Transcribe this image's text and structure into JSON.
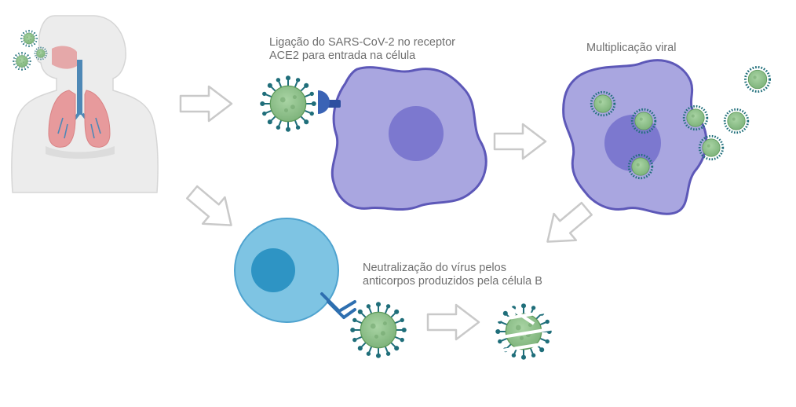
{
  "labels": {
    "binding_line1": "Ligação do SARS-CoV-2 no receptor",
    "binding_line2": "ACE2 para entrada na célula",
    "multiplication": "Multiplicação viral",
    "neutralization_line1": "Neutralização do vírus pelos",
    "neutralization_line2": "anticorpos produzidos pela célula B"
  },
  "colors": {
    "virus_fill": "#8cbf8a",
    "virus_spike": "#1f6e7a",
    "host_cell": "#a9a6e0",
    "host_cell_stroke": "#5d58b8",
    "host_nucleus": "#7c78cf",
    "receptor": "#2e4fa0",
    "b_cell": "#7ec4e3",
    "b_cell_nucleus": "#2e94c4",
    "arrow_stroke": "#c9c9c9",
    "lung": "#e79a9c"
  },
  "icons": [
    "human-respiratory-icon",
    "virus-icon",
    "host-cell-icon",
    "b-cell-icon",
    "antibody-icon",
    "receptor-icon",
    "arrow-icon"
  ]
}
